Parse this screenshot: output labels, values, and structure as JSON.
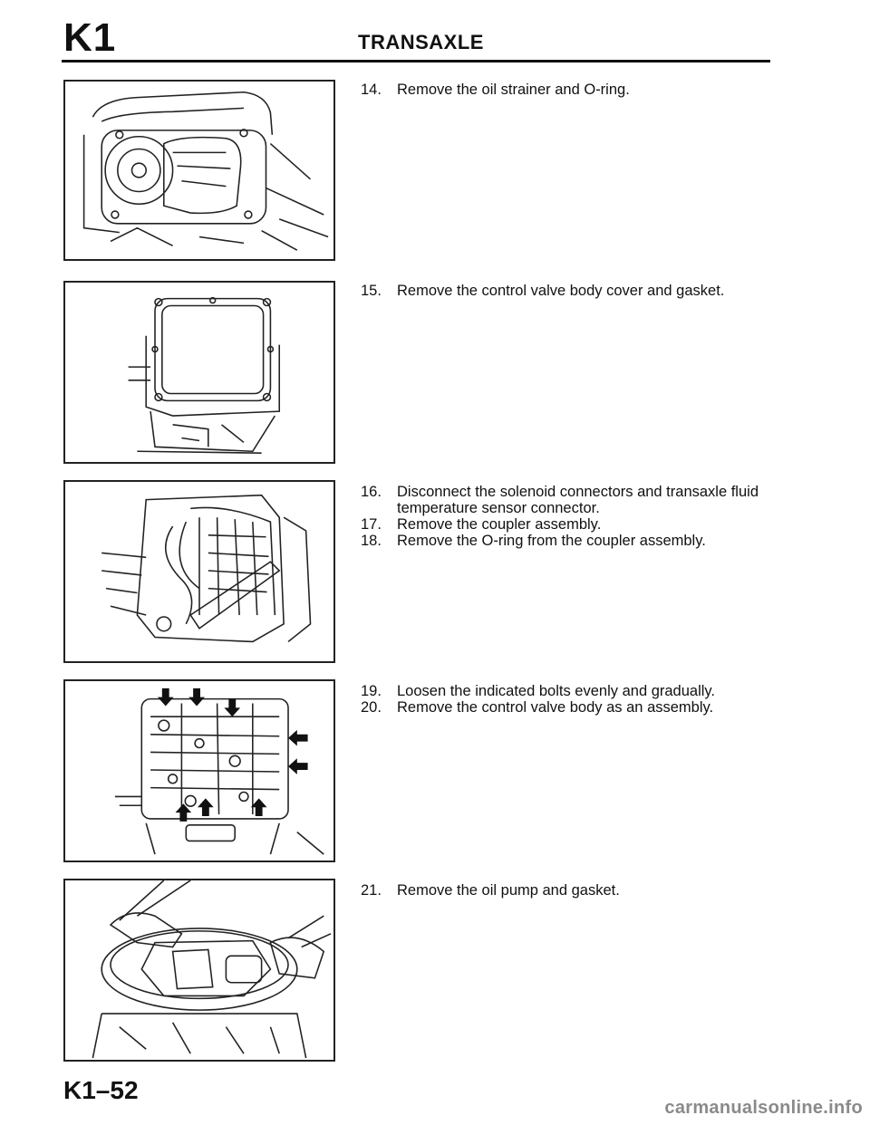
{
  "header": {
    "section_code": "K1",
    "title": "TRANSAXLE"
  },
  "figures": [
    {
      "icon": "oil-strainer-illustration"
    },
    {
      "icon": "valve-body-cover-illustration"
    },
    {
      "icon": "solenoid-connector-illustration"
    },
    {
      "icon": "control-valve-body-bolts-illustration"
    },
    {
      "icon": "oil-pump-removal-illustration"
    }
  ],
  "step_groups": [
    [
      {
        "num": "14.",
        "text": "Remove the oil strainer and O-ring."
      }
    ],
    [
      {
        "num": "15.",
        "text": "Remove the control valve body cover and gasket."
      }
    ],
    [
      {
        "num": "16.",
        "text": "Disconnect the solenoid connectors and transaxle fluid temperature sensor connector."
      },
      {
        "num": "17.",
        "text": "Remove the coupler assembly."
      },
      {
        "num": "18.",
        "text": "Remove the O-ring from the coupler assembly."
      }
    ],
    [
      {
        "num": "19.",
        "text": "Loosen the indicated bolts evenly and gradually."
      },
      {
        "num": "20.",
        "text": "Remove the control valve body as an assembly."
      }
    ],
    [
      {
        "num": "21.",
        "text": "Remove the oil pump and gasket."
      }
    ]
  ],
  "footer": {
    "page_number": "K1–52",
    "watermark": "carmanualsonline.info"
  }
}
